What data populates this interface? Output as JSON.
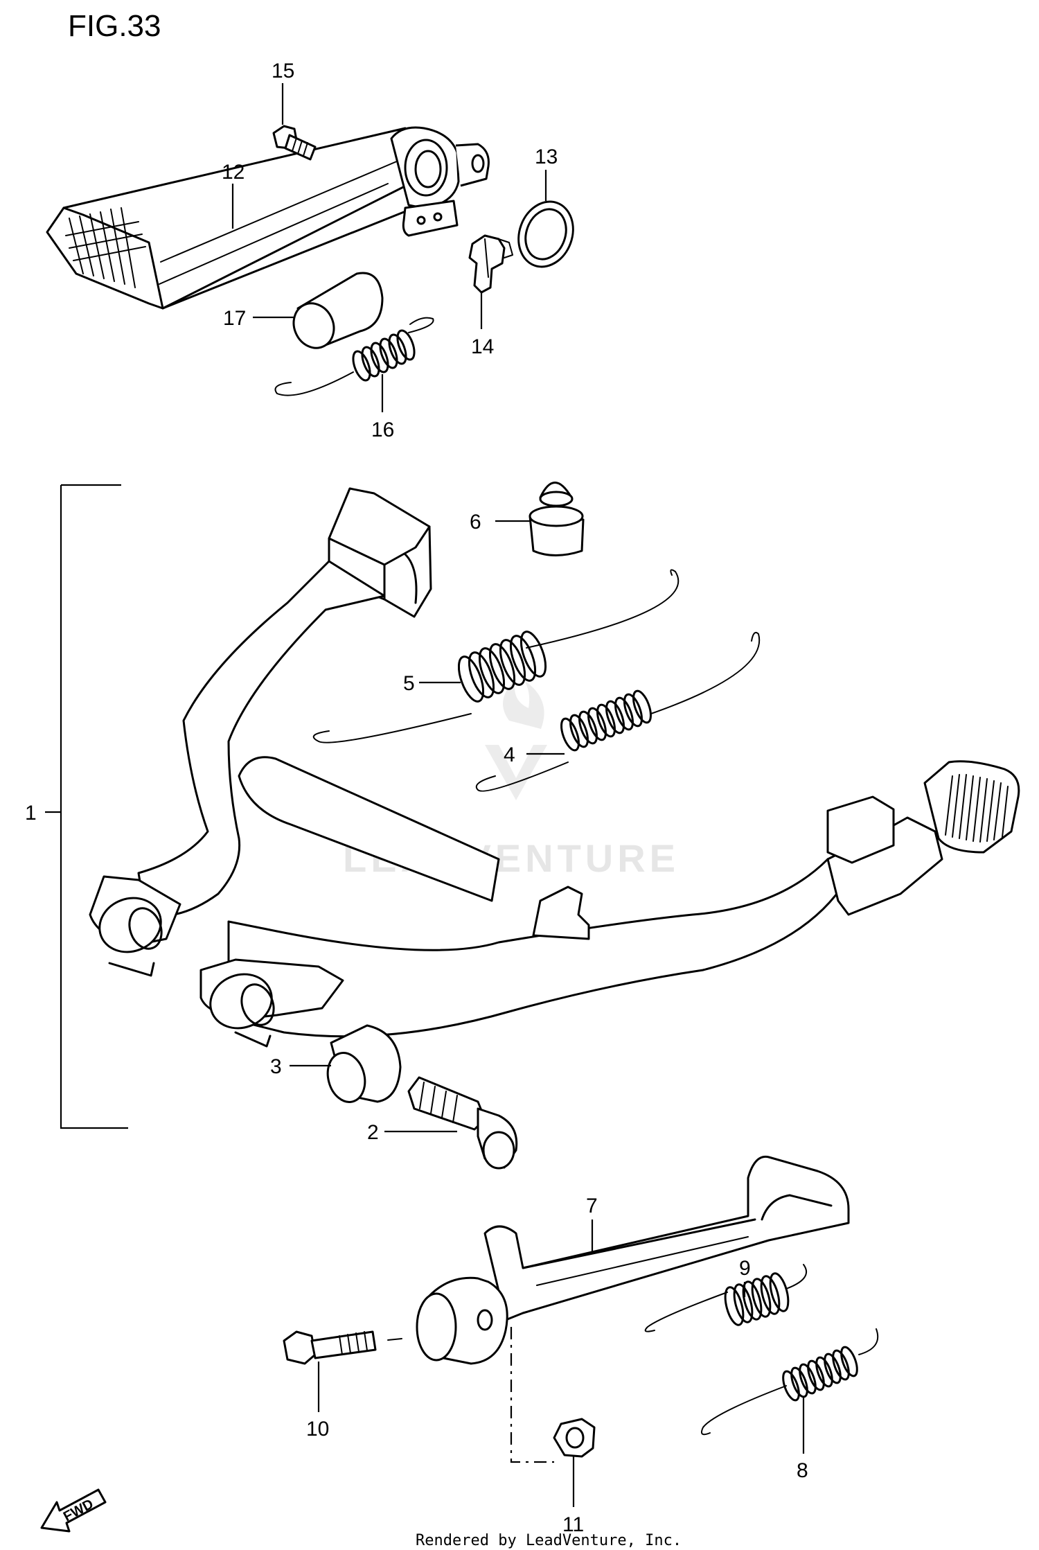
{
  "figure_title": "FIG.33",
  "footer_text": "Rendered by LeadVenture, Inc.",
  "watermark_text": "LEADVENTURE",
  "direction_arrow_label": "FWD",
  "parts": [
    {
      "id": "p1",
      "number": "1"
    },
    {
      "id": "p2",
      "number": "2"
    },
    {
      "id": "p3",
      "number": "3"
    },
    {
      "id": "p4",
      "number": "4"
    },
    {
      "id": "p5",
      "number": "5"
    },
    {
      "id": "p6",
      "number": "6"
    },
    {
      "id": "p7",
      "number": "7"
    },
    {
      "id": "p8",
      "number": "8"
    },
    {
      "id": "p9",
      "number": "9"
    },
    {
      "id": "p10",
      "number": "10"
    },
    {
      "id": "p11",
      "number": "11"
    },
    {
      "id": "p12",
      "number": "12"
    },
    {
      "id": "p13",
      "number": "13"
    },
    {
      "id": "p14",
      "number": "14"
    },
    {
      "id": "p15",
      "number": "15"
    },
    {
      "id": "p16",
      "number": "16"
    },
    {
      "id": "p17",
      "number": "17"
    }
  ]
}
